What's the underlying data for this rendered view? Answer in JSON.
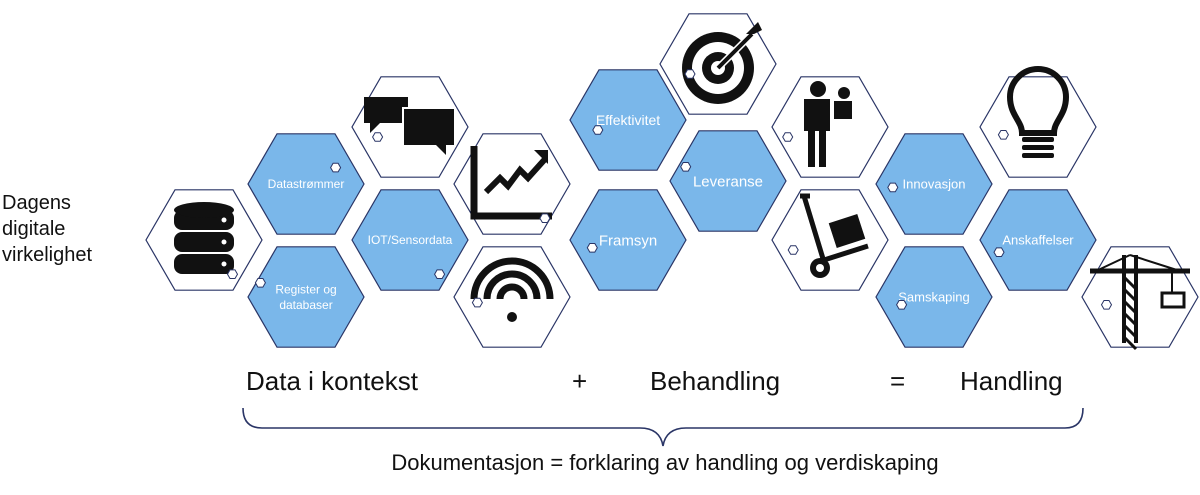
{
  "side_label": [
    "Dagens",
    "digitale",
    "virkelighet"
  ],
  "colors": {
    "blue": "#7ab7ea",
    "outline": "#2a3566",
    "white": "#ffffff",
    "ink": "#111111"
  },
  "hexagons": [
    {
      "name": "hex-database",
      "fill": "white",
      "icon": "database-icon",
      "label": ""
    },
    {
      "name": "hex-datastrommer",
      "fill": "blue",
      "icon": "",
      "label": "Datastrømmer"
    },
    {
      "name": "hex-register",
      "fill": "blue",
      "icon": "",
      "label": "Register og\ndatabaser"
    },
    {
      "name": "hex-chat",
      "fill": "white",
      "icon": "chat-bubbles-icon",
      "label": ""
    },
    {
      "name": "hex-iot",
      "fill": "blue",
      "icon": "",
      "label": "IOT/Sensordata"
    },
    {
      "name": "hex-trend",
      "fill": "white",
      "icon": "trend-chart-icon",
      "label": ""
    },
    {
      "name": "hex-wifi",
      "fill": "white",
      "icon": "wifi-icon",
      "label": ""
    },
    {
      "name": "hex-effektivitet",
      "fill": "blue",
      "icon": "",
      "label": "Effektivitet"
    },
    {
      "name": "hex-framsyn",
      "fill": "blue",
      "icon": "",
      "label": "Framsyn"
    },
    {
      "name": "hex-target",
      "fill": "white",
      "icon": "target-icon",
      "label": ""
    },
    {
      "name": "hex-leveranse",
      "fill": "blue",
      "icon": "",
      "label": "Leveranse"
    },
    {
      "name": "hex-family",
      "fill": "white",
      "icon": "parent-child-icon",
      "label": ""
    },
    {
      "name": "hex-trolley",
      "fill": "white",
      "icon": "hand-truck-icon",
      "label": ""
    },
    {
      "name": "hex-innovasjon",
      "fill": "blue",
      "icon": "",
      "label": "Innovasjon"
    },
    {
      "name": "hex-samskaping",
      "fill": "blue",
      "icon": "",
      "label": "Samskaping"
    },
    {
      "name": "hex-bulb",
      "fill": "white",
      "icon": "lightbulb-icon",
      "label": ""
    },
    {
      "name": "hex-anskaffelser",
      "fill": "blue",
      "icon": "",
      "label": "Anskaffelser"
    },
    {
      "name": "hex-crane",
      "fill": "white",
      "icon": "crane-icon",
      "label": ""
    }
  ],
  "formula": {
    "data": "Data i kontekst",
    "plus": "+",
    "process": "Behandling",
    "equals": "=",
    "action": "Handling"
  },
  "footer": "Dokumentasjon = forklaring av handling og verdiskaping"
}
